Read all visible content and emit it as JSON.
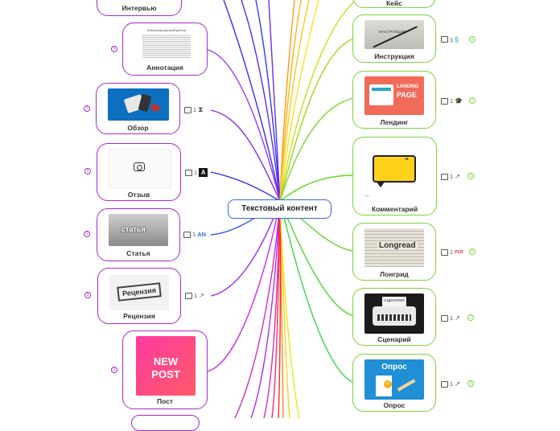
{
  "center": {
    "label": "Текстовый контент"
  },
  "left_nodes": [
    {
      "label": "Интервью"
    },
    {
      "label": "Аннотация",
      "doc_title": "Аннотация курсовой работы"
    },
    {
      "label": "Обзор"
    },
    {
      "label": "Отзыв"
    },
    {
      "label": "Статья",
      "image_text": "статья"
    },
    {
      "label": "Рецензия",
      "image_text": "Рецензия"
    },
    {
      "label": "Пост",
      "image_text_1": "NEW",
      "image_text_2": "POST"
    }
  ],
  "right_nodes": [
    {
      "label": "Кейс"
    },
    {
      "label": "Инструкция",
      "image_text": "ИНСТРУКЦИЯ"
    },
    {
      "label": "Лендинг",
      "image_text_1": "LANDING",
      "image_text_2": "PAGE"
    },
    {
      "label": "Комментарий"
    },
    {
      "label": "Лонгрид",
      "image_text": "Longread"
    },
    {
      "label": "Сценарий",
      "image_text": "СЦЕНАРИЙ"
    },
    {
      "label": "Опрос",
      "image_text": "Опрос"
    }
  ],
  "left_meta": [
    {
      "count": "1",
      "icon": "hourglass-icon"
    },
    {
      "count": "1",
      "icon": "logo-a-icon"
    },
    {
      "count": "1",
      "icon_text": "AN"
    },
    {
      "count": "1",
      "icon": "external-link-icon"
    }
  ],
  "right_meta": [
    {
      "count": "1",
      "icon": "spiral-icon"
    },
    {
      "count": "1",
      "icon": "graduation-cap-icon"
    },
    {
      "count": "1",
      "icon": "external-link-icon"
    },
    {
      "count": "1",
      "icon_text": "PCR"
    },
    {
      "count": "1",
      "icon": "external-link-icon"
    },
    {
      "count": "1",
      "icon": "external-link-icon"
    }
  ],
  "collapse_marker": "1",
  "colors": {
    "center_border": "#2f6fc4",
    "left_node_border": "#a62ad0",
    "right_node_border": "#7ad43a",
    "purple_branch": "#b000d6",
    "blue_branch": "#2c2cf0",
    "green_branch": "#66d61a",
    "orange_branch": "#ff9a1a",
    "yellow_branch": "#ffd21a",
    "red_branch": "#ff2a2a"
  }
}
